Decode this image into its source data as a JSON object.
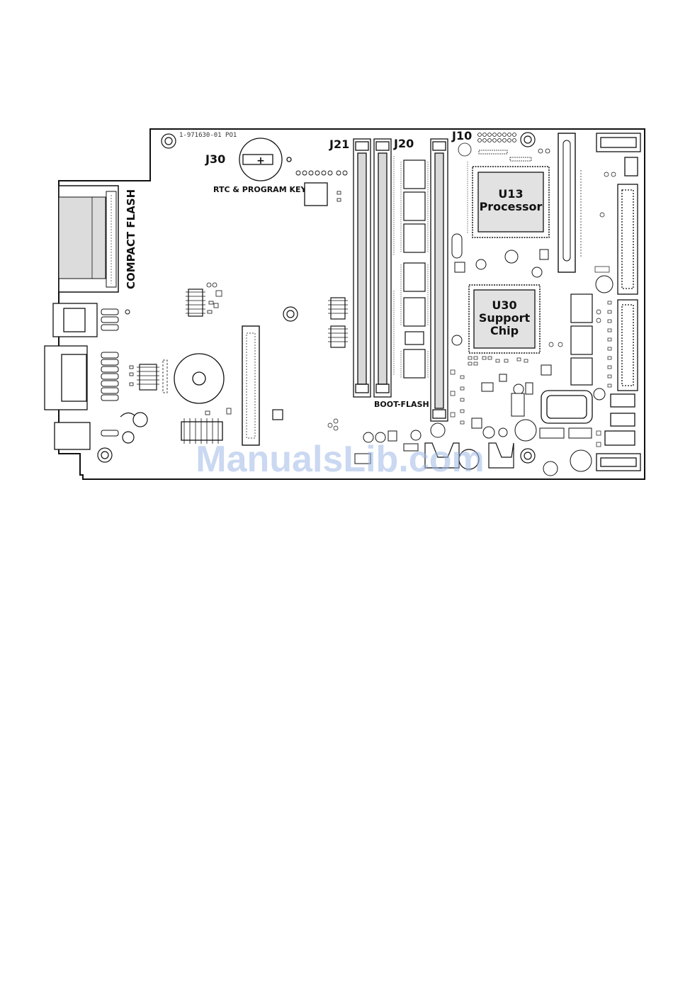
{
  "board": {
    "part_number": "1-971630-01 PO1",
    "labels": {
      "j30": "J30",
      "j21": "J21",
      "j20": "J20",
      "j10": "J10",
      "rtc": "RTC & PROGRAM KEY",
      "compact_flash": "COMPACT FLASH",
      "boot_flash": "BOOT-FLASH"
    },
    "chips": {
      "u13_line1": "U13",
      "u13_line2": "Processor",
      "u30_line1": "U30",
      "u30_line2": "Support",
      "u30_line3": "Chip"
    }
  },
  "watermark": "ManualsLib.com",
  "colors": {
    "outline": "#111111",
    "chip_fill": "#e2e2e2",
    "slot_fill": "#d8d8d8",
    "watermark": "#9fb8e6"
  }
}
